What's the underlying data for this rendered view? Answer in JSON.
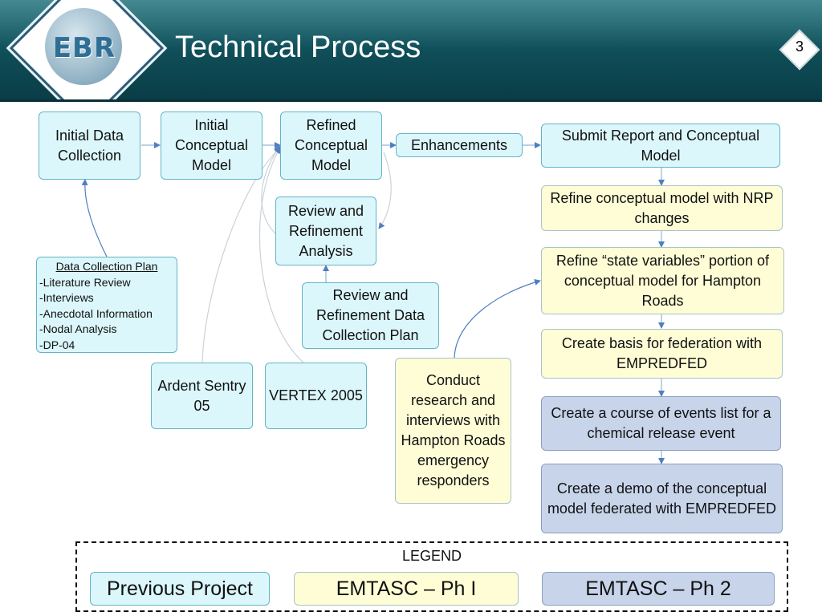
{
  "header": {
    "logo_text": "EBR",
    "title": "Technical Process",
    "page_number": "3"
  },
  "nodes": {
    "initial_data_collection": "Initial Data Collection",
    "initial_conceptual_model": "Initial Conceptual Model",
    "refined_conceptual_model": "Refined Conceptual Model",
    "enhancements": "Enhancements",
    "submit_report": "Submit Report and Conceptual Model",
    "refine_nrp": "Refine conceptual model with NRP changes",
    "refine_state_variables": "Refine “state variables” portion of conceptual model for Hampton Roads",
    "create_basis": "Create basis for federation with EMPREDFED",
    "course_of_events": "Create a course of events list for a chemical release event",
    "demo": "Create a demo of the conceptual model federated with EMPREDFED",
    "review_refinement_analysis": "Review and Refinement Analysis",
    "review_refinement_dcp": "Review and Refinement Data Collection Plan",
    "ardent_sentry": "Ardent Sentry 05",
    "vertex": "VERTEX 2005",
    "conduct_research": "Conduct research and interviews with Hampton Roads emergency responders"
  },
  "data_collection_plan": {
    "title": "Data Collection Plan",
    "items": [
      "-Literature Review",
      "-Interviews",
      "-Anecdotal Information",
      "-Nodal Analysis",
      "-DP-04"
    ]
  },
  "legend": {
    "title": "LEGEND",
    "items": [
      "Previous Project",
      "EMTASC – Ph I",
      "EMTASC – Ph 2"
    ]
  },
  "colors": {
    "previous_project": "#dcf7fb",
    "phase_1": "#fefdd6",
    "phase_2": "#c7d4ea",
    "arrow": "#4f7fc0",
    "header": "#0f4d57"
  }
}
